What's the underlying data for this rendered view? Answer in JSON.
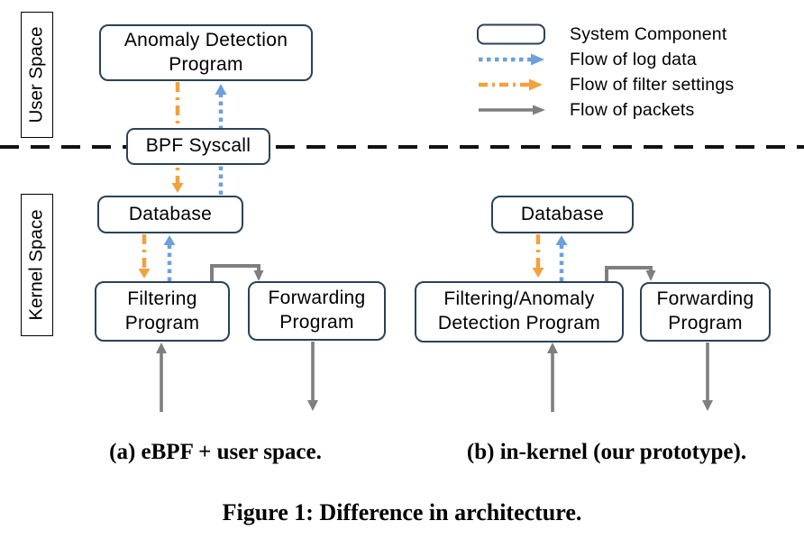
{
  "colors": {
    "component_border": "#2B4257",
    "log_data": "#6E9FDC",
    "filter_settings": "#F1A23F",
    "packets": "#7F7F7F",
    "boundary": "#111111"
  },
  "space_labels": {
    "user": "User Space",
    "kernel": "Kernel Space"
  },
  "legend": {
    "items": [
      {
        "symbol": "component-box",
        "label": "System Component"
      },
      {
        "symbol": "dotted-blue-arrow",
        "label": "Flow of log data"
      },
      {
        "symbol": "dashdot-orange-arrow",
        "label": "Flow of filter settings"
      },
      {
        "symbol": "solid-gray-arrow",
        "label": "Flow of packets"
      }
    ]
  },
  "diagram_a": {
    "caption": "(a) eBPF + user space.",
    "nodes": {
      "anomaly_detection": "Anomaly Detection Program",
      "bpf_syscall": "BPF Syscall",
      "database": "Database",
      "filtering": "Filtering Program",
      "forwarding": "Forwarding Program"
    },
    "flows": [
      {
        "type": "filter-settings",
        "path": "Anomaly Detection Program → BPF Syscall → Database → Filtering Program"
      },
      {
        "type": "log-data",
        "path": "Filtering Program → Database → BPF Syscall → Anomaly Detection Program"
      },
      {
        "type": "packets",
        "path": "in → Filtering Program → Forwarding Program → out"
      }
    ]
  },
  "diagram_b": {
    "caption": "(b) in-kernel (our prototype).",
    "nodes": {
      "database": "Database",
      "filtering": "Filtering/Anomaly Detection Program",
      "forwarding": "Forwarding Program"
    },
    "flows": [
      {
        "type": "filter-settings",
        "path": "Database → Filtering/Anomaly Detection Program"
      },
      {
        "type": "log-data",
        "path": "Filtering/Anomaly Detection Program → Database"
      },
      {
        "type": "packets",
        "path": "in → Filtering/Anomaly Detection Program → Forwarding Program → out"
      }
    ]
  },
  "figure_caption": "Figure 1: Difference in architecture."
}
